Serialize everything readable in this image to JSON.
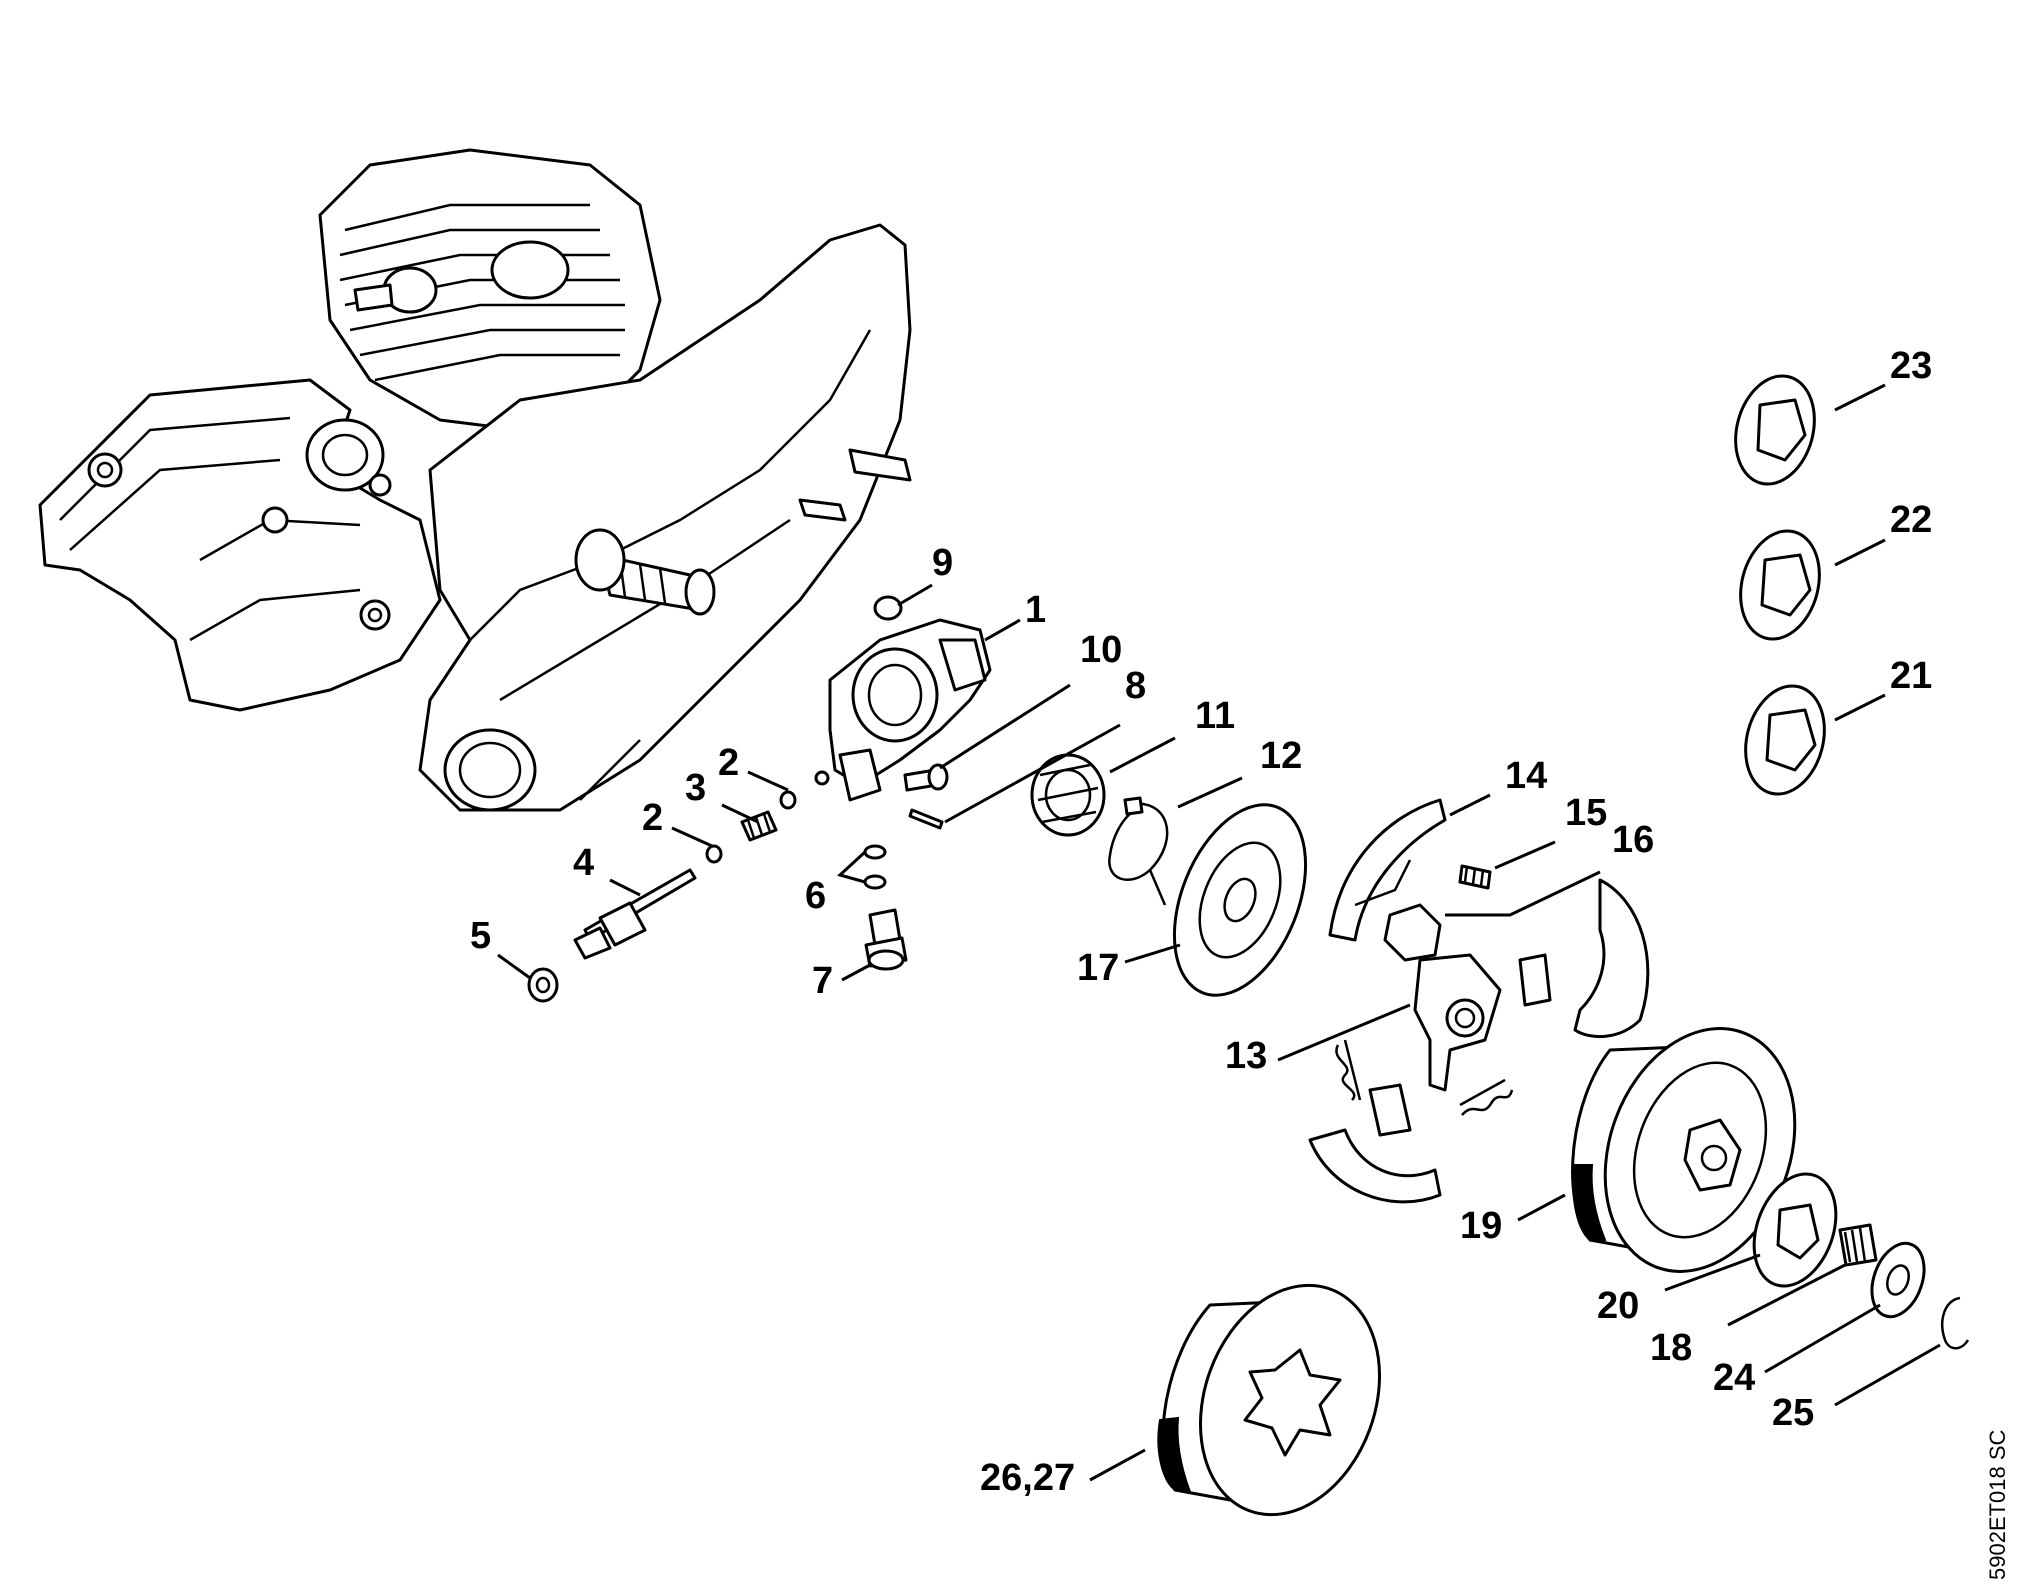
{
  "reference_code": "5902ET018 SC",
  "labels": {
    "l1": "1",
    "l2a": "2",
    "l2b": "2",
    "l3": "3",
    "l4": "4",
    "l5": "5",
    "l6": "6",
    "l7": "7",
    "l8": "8",
    "l9": "9",
    "l10": "10",
    "l11": "11",
    "l12": "12",
    "l13": "13",
    "l14": "14",
    "l15": "15",
    "l16": "16",
    "l17": "17",
    "l18": "18",
    "l19": "19",
    "l20": "20",
    "l21": "21",
    "l22": "22",
    "l23": "23",
    "l24": "24",
    "l25": "25",
    "l2627": "26,27"
  }
}
